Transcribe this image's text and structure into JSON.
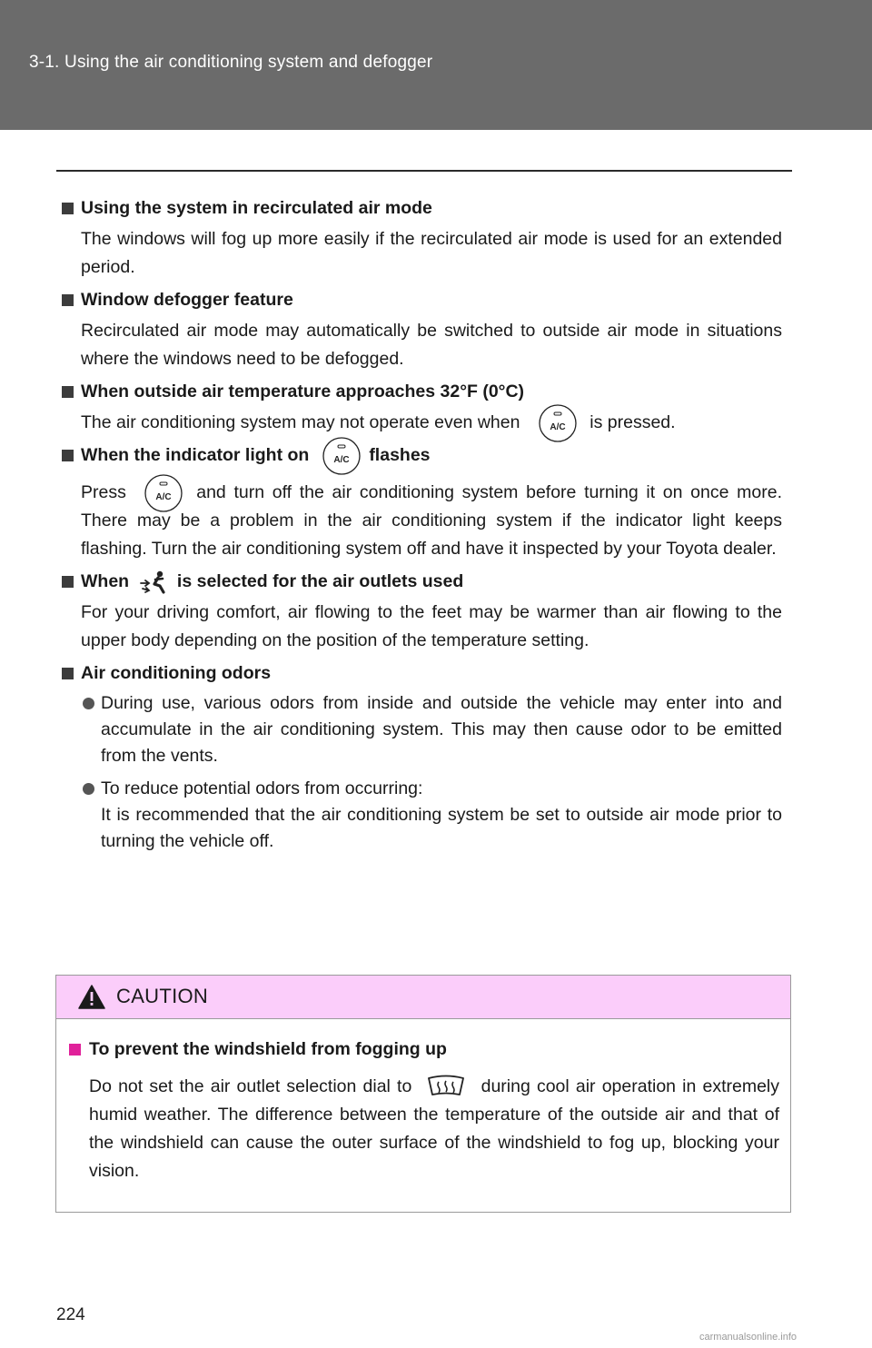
{
  "header": {
    "title": "3-1. Using the air conditioning system and defogger"
  },
  "sections": [
    {
      "heading": "Using the system in recirculated air mode",
      "text": "The windows will fog up more easily if the recirculated air mode is used for an extended period."
    },
    {
      "heading": "Window defogger feature",
      "text": "Recirculated air mode may automatically be switched to outside air mode in situations where the windows need to be defogged."
    },
    {
      "heading": "When outside air temperature approaches 32°F (0°C)",
      "text_before": "The air conditioning system may not operate even when",
      "text_after": "is pressed."
    },
    {
      "heading_before": "When the indicator light on",
      "heading_after": "flashes",
      "text_before": "Press",
      "text_after": "and turn off the air conditioning system before turning it on once more. There may be a problem in the air conditioning system if the indicator light keeps flashing. Turn the air conditioning system off and have it inspected by your Toyota dealer."
    },
    {
      "heading_before": "When",
      "heading_after": "is selected for the air outlets used",
      "text": "For your driving comfort, air flowing to the feet may be warmer than air flowing to the upper body depending on the position of the temperature setting."
    },
    {
      "heading": "Air conditioning odors",
      "bullets": [
        {
          "text": "During use, various odors from inside and outside the vehicle may enter into and accumulate in the air conditioning system. This may then cause odor to be emitted from the vents."
        },
        {
          "line1": "To reduce potential odors from occurring:",
          "line2": "It is recommended that the air conditioning system be set to outside air mode prior to turning the vehicle off."
        }
      ]
    }
  ],
  "ac_button_label": "A/C",
  "caution": {
    "label": "CAUTION",
    "heading": "To prevent the windshield from fogging up",
    "text_before": "Do not set the air outlet selection dial to",
    "text_after": "during cool air operation in extremely humid weather. The difference between the temperature of the outside air and that of the windshield can cause the outer surface of the windshield to fog up, blocking your vision."
  },
  "page_number": "224",
  "watermark": "carmanualsonline.info",
  "colors": {
    "header_bg": "#6b6b6b",
    "caution_bg": "#fbcdfa",
    "caution_square": "#e0219a"
  }
}
